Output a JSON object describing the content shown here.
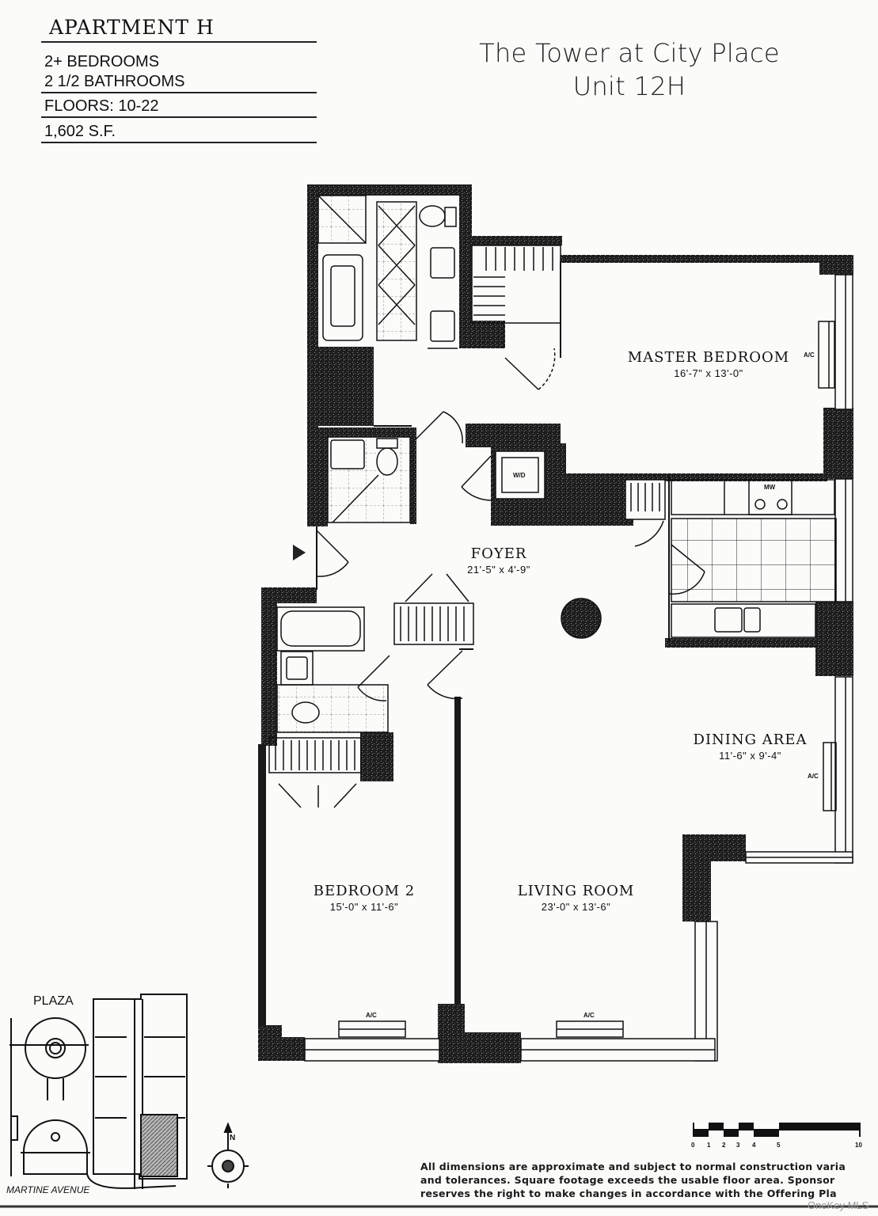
{
  "header": {
    "apartment_title": "APARTMENT  H",
    "bedrooms": "2+ BEDROOMS",
    "bathrooms": "2 1/2 BATHROOMS",
    "floors": "FLOORS: 10-22",
    "square_feet": "1,602 S.F."
  },
  "building": {
    "name": "The Tower at City Place",
    "unit": "Unit 12H"
  },
  "rooms": [
    {
      "name": "MASTER BEDROOM",
      "dims": "16'-7\" x 13'-0\""
    },
    {
      "name": "FOYER",
      "dims": "21'-5\" x 4'-9\""
    },
    {
      "name": "DINING AREA",
      "dims": "11'-6\" x 9'-4\""
    },
    {
      "name": "BEDROOM 2",
      "dims": "15'-0\" x 11'-6\""
    },
    {
      "name": "LIVING ROOM",
      "dims": "23'-0\" x 13'-6\""
    }
  ],
  "fixtures": {
    "ac": "A/C",
    "washer_dryer": "W/D",
    "microwave": "MW"
  },
  "site_plan": {
    "plaza_label": "PLAZA",
    "street_label": "MARTINE AVENUE",
    "north_label": "N"
  },
  "scale": {
    "ticks": [
      "0",
      "1",
      "2",
      "3",
      "4",
      "5",
      "10"
    ]
  },
  "disclaimer": {
    "line1": "All dimensions are approximate and subject to normal construction varia",
    "line2": "and tolerances. Square footage exceeds the usable floor area. Sponsor",
    "line3": "reserves the right to make changes in accordance with the Offering Pla"
  },
  "watermark": "OneKey MLS"
}
